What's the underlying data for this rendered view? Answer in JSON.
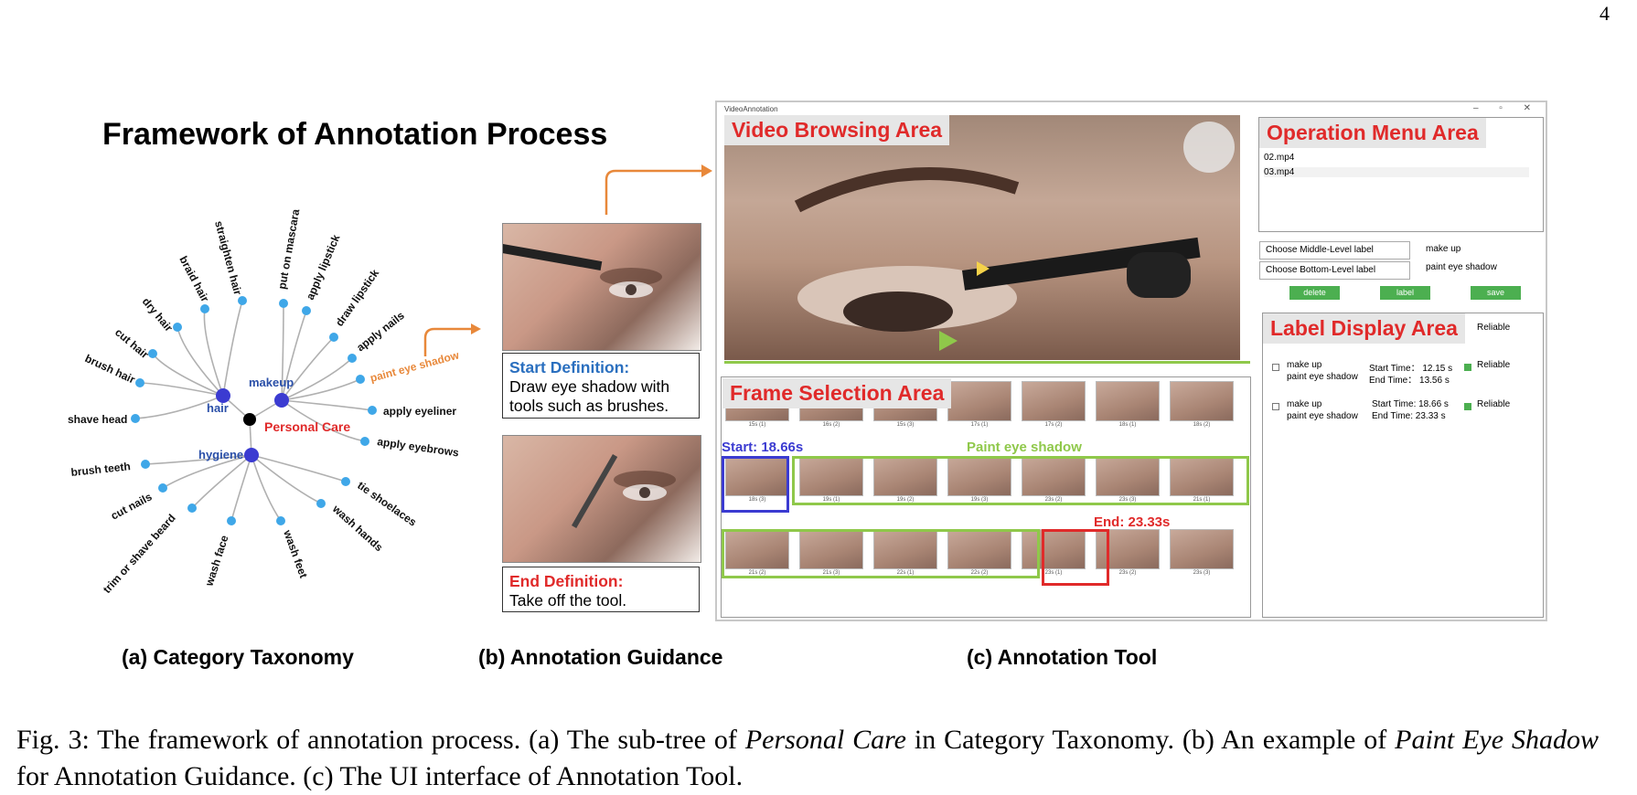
{
  "page_number": "4",
  "figure_title": "Framework of Annotation Process",
  "taxonomy": {
    "root": "Personal Care",
    "groups": [
      {
        "name": "hair",
        "children": [
          "shave head",
          "brush hair",
          "cut hair",
          "dry hair",
          "braid hair",
          "straighten hair"
        ]
      },
      {
        "name": "makeup",
        "children": [
          "put on mascara",
          "apply lipstick",
          "draw lipstick",
          "apply nails",
          "paint eye shadow",
          "apply eyeliner",
          "apply eyebrows"
        ]
      },
      {
        "name": "hygiene",
        "children": [
          "brush teeth",
          "cut nails",
          "trim or shave beard",
          "wash face",
          "wash feet",
          "wash hands",
          "tie shoelaces"
        ]
      }
    ],
    "highlight": "paint eye shadow",
    "colors": {
      "group_node": "#3b3bd1",
      "leaf_node": "#3fa7e8",
      "root_node": "#000000",
      "root_label": "#e02a2a",
      "highlight": "#e8883a"
    }
  },
  "guidance": {
    "start_title": "Start Definition:",
    "start_text": "Draw eye shadow with tools such as brushes.",
    "end_title": "End Definition:",
    "end_text": "Take off the tool."
  },
  "tool": {
    "window_title": "VideoAnnotation",
    "window_controls": "– ▫ ✕",
    "video_area_label": "Video Browsing Area",
    "operation_area_label": "Operation Menu Area",
    "files": [
      "02.mp4",
      "03.mp4"
    ],
    "middle_select": "Choose Middle-Level label",
    "bottom_select": "Choose Bottom-Level label",
    "middle_value": "make up",
    "bottom_value": "paint eye shadow",
    "buttons": {
      "delete": "delete",
      "label": "label",
      "save": "save"
    },
    "label_area_label": "Label Display Area",
    "reliable_header": "Reliable",
    "labels": [
      {
        "middle": "make up",
        "bottom": "paint eye shadow",
        "start": "Start Time： 12.15 s",
        "end": "End Time： 13.56 s",
        "reliable": "Reliable"
      },
      {
        "middle": "make up",
        "bottom": "paint eye shadow",
        "start": "Start Time: 18.66 s",
        "end": "End Time: 23.33 s",
        "reliable": "Reliable"
      }
    ],
    "frame_area_label": "Frame Selection Area",
    "start_marker": "Start: 18.66s",
    "end_marker": "End: 23.33s",
    "segment_label": "Paint eye shadow",
    "row1_thumbs": [
      "15s (1)",
      "16s (2)",
      "15s (3)",
      "17s (1)",
      "17s (2)",
      "18s (1)",
      "18s (2)"
    ],
    "row2_thumbs": [
      "18s (3)",
      "19s (1)",
      "19s (2)",
      "19s (3)",
      "23s (2)",
      "23s (3)",
      "21s (1)"
    ],
    "row3_thumbs": [
      "21s (2)",
      "21s (3)",
      "22s (1)",
      "22s (2)",
      "23s (1)",
      "23s (2)",
      "23s (3)"
    ]
  },
  "panel_captions": {
    "a": "(a) Category Taxonomy",
    "b": "(b) Annotation Guidance",
    "c": "(c) Annotation Tool"
  },
  "caption": {
    "p1": "Fig. 3: The framework of annotation process. (a) The sub-tree of ",
    "i1": "Personal Care",
    "p2": " in Category Taxonomy. (b) An example of ",
    "i2": "Paint Eye Shadow",
    "p3": " for Annotation Guidance. (c) The UI interface of Annotation Tool."
  }
}
